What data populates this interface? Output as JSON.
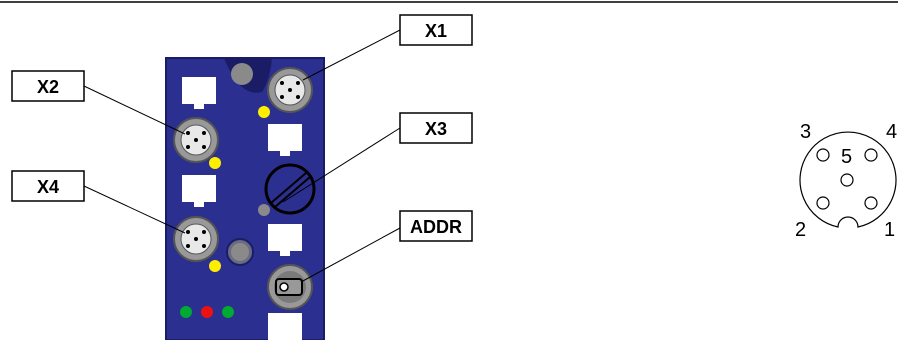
{
  "labels": {
    "x1": "X1",
    "x2": "X2",
    "x3": "X3",
    "x4": "X4",
    "addr": "ADDR"
  },
  "pinout": {
    "pin1": "1",
    "pin2": "2",
    "pin3": "3",
    "pin4": "4",
    "pin5": "5"
  },
  "colors": {
    "module_body": "#2b2f8f",
    "module_outline": "#1a1d66",
    "connector_ring": "#999999",
    "connector_face": "#e8e8e8",
    "led_yellow": "#ffee00",
    "led_green": "#00aa33",
    "led_red": "#ee1111",
    "slot_fill": "#ffffff"
  }
}
